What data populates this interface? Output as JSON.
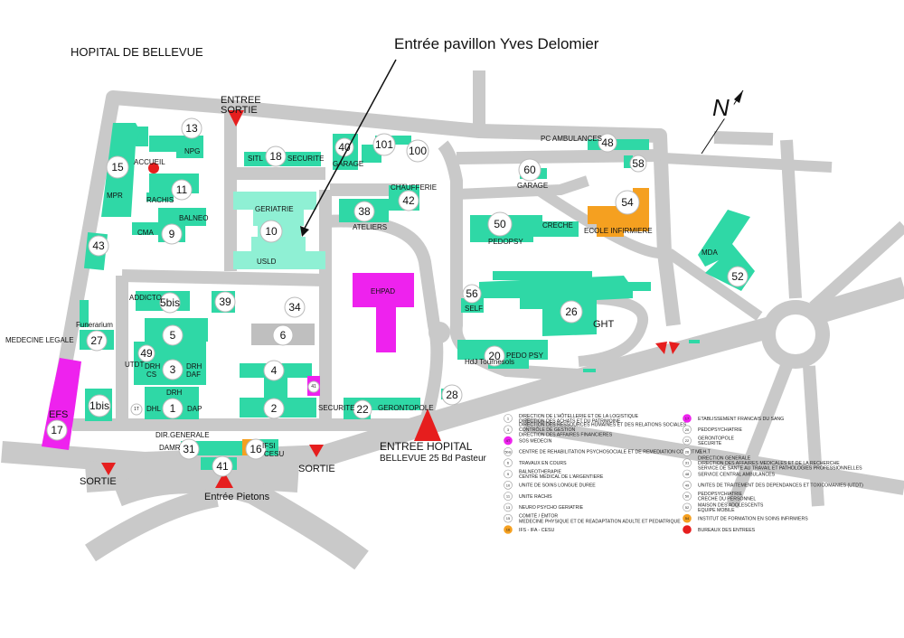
{
  "title": "HOPITAL DE BELLEVUE",
  "callout": "Entrée pavillon Yves Delomier",
  "compass": "N",
  "entrances": {
    "entree_top": "ENTREE",
    "sortie_top": "SORTIE",
    "sortie_left": "SORTIE",
    "sortie_mid": "SORTIE",
    "pietons": "Entrée  Pietons",
    "main_line1": "ENTREE  HOPITAL",
    "main_line2": "BELLEVUE 25 Bd Pasteur"
  },
  "labels": {
    "npg": "NPG",
    "accueil": "ACCUEIL",
    "rachis": "RACHIS",
    "balneo": "BALNEO",
    "cma": "CMA",
    "mpr": "MPR",
    "sitl": "SITL",
    "securite_top": "SECURITE",
    "garage_top": "GARAGE",
    "geriatrie": "GERIATRIE",
    "usld": "USLD",
    "ateliers": "ATELIERS",
    "chaufferie": "CHAUFFERIE",
    "pc_ambulances": "PC AMBULANCES",
    "garage_right": "GARAGE",
    "creche": "CRECHE",
    "pedopsy": "PEDOPSY",
    "ecole": "ECOLE INFIRMIERE",
    "mda": "MDA",
    "addicto": "ADDICTO",
    "ehpad": "EHPAD",
    "self": "SELF",
    "ght": "GHT",
    "funerarium": "Funerarium",
    "medecine_legale": "MEDECINE LEGALE",
    "utdt": "UTDT",
    "drh_cs": "DRH\nCS",
    "drh_cs_a": "DRH",
    "drh_cs_b": "CS",
    "drh_daf_a": "DRH",
    "drh_daf_b": "DAF",
    "drh": "DRH",
    "dhl": "DHL",
    "dap": "DAP",
    "hdj": "HdJ Tournesols",
    "pedo_psy": "PEDO PSY",
    "securite_bottom": "SECURITE",
    "gerontopole": "GERONTOPOLE",
    "efs": "EFS",
    "dir_generale": "DIR.GENERALE",
    "damr": "DAMR",
    "ifsi": "IFSI",
    "cesu": "CESU"
  },
  "numbers": {
    "n13": "13",
    "n15": "15",
    "n11": "11",
    "n9": "9",
    "n43": "43",
    "n18": "18",
    "n40": "40",
    "n101": "101",
    "n100": "100",
    "n10": "10",
    "n38": "38",
    "n42": "42",
    "n48": "48",
    "n58": "58",
    "n60": "60",
    "n54": "54",
    "n50": "50",
    "n52": "52",
    "n5bis": "5bis",
    "n39": "39",
    "n34": "34",
    "n56": "56",
    "n26": "26",
    "n6": "6",
    "n27": "27",
    "n5": "5",
    "n49": "49",
    "n3": "3",
    "n4": "4",
    "n41small": "41",
    "n20": "20",
    "n1bis": "1bis",
    "n17": "17",
    "n1": "1",
    "n1t": "1T",
    "n2": "2",
    "n22": "22",
    "n28": "28",
    "n31": "31",
    "n16": "16",
    "n41": "41"
  },
  "legend": {
    "left": [
      {
        "num": "1",
        "text": "DIRECTION DE L'HÔTELLERIE ET DE LA LOGISTIQUE\nDIRECTION DES ACHATS ET DU PATRIMOINE"
      },
      {
        "num": "3",
        "text": "DIRECTION DES RESSOURCES HUMAINES ET DES RELATIONS SOCIALES\nCONTRÔLE DE GESTION\nDIRECTION DES AFFAIRES FINANCIERES"
      },
      {
        "num": "4T",
        "text": "SOS MEDECIN"
      },
      {
        "num": "5bis",
        "text": "CENTRE DE REHABILITATION PSYCHOSOCIALE ET DE REMEDIATION COGNITIVE"
      },
      {
        "num": "6",
        "text": "TRAVAUX EN COURS"
      },
      {
        "num": "9",
        "text": "BALNEOTHERAPIE\nCENTRE MEDICAL DE L'ARGENTIERE"
      },
      {
        "num": "10",
        "text": "UNITE DE SOINS LONGUE DUREE"
      },
      {
        "num": "11",
        "text": "UNITE RACHIS"
      },
      {
        "num": "13",
        "text": "NEURO PSYCHO GERIATRIE"
      },
      {
        "num": "15",
        "text": "COMITÉ / ÉMTOR\nMEDECINE PHYSIQUE ET DE READAPTATION ADULTE ET PEDIATRIQUE"
      },
      {
        "num": "16",
        "text": "IFS - IFA - CESU"
      }
    ],
    "right": [
      {
        "num": "17",
        "text": "ETABLISSEMENT FRANCAIS DU SANG"
      },
      {
        "num": "20",
        "text": "PEDOPSYCHIATRIE"
      },
      {
        "num": "22",
        "text": "GERONTOPOLE\nSECURITE"
      },
      {
        "num": "26",
        "text": "G.H.T"
      },
      {
        "num": "31",
        "text": "DIRECTION GENERALE\nDIRECTION DES AFFAIRES MEDICALES ET DE LA RECHERCHE\nSERVICE DE SANTE AU TRAVAIL ET PATHOLOGIES PROFESSIONNELLES"
      },
      {
        "num": "48",
        "text": "SERVICE CENTRAL AMBULANCES"
      },
      {
        "num": "49",
        "text": "UNITES DE TRAITEMENT DES DEPENDANCES ET TOXICOMANIES (UTDT)"
      },
      {
        "num": "50",
        "text": "PEDOPSYCHIATRIE\nCRECHE DU PERSONNEL"
      },
      {
        "num": "52",
        "text": "MAISON DES ADOLESCENTS\nEQUIPE MOBILE"
      },
      {
        "num": "54",
        "text": "INSTITUT DE FORMATION EN SOINS INFIRMIERS"
      },
      {
        "num": "",
        "text": "BUREAUX DES ENTREES"
      }
    ]
  },
  "colors": {
    "building": "#2fd8a6",
    "building_light": "#8ff0d4",
    "road": "#c9c9c9",
    "magenta": "#ee22ee",
    "orange": "#f5a020",
    "entrance_red": "#e61e1e",
    "works_grey": "#bfbfbf"
  }
}
